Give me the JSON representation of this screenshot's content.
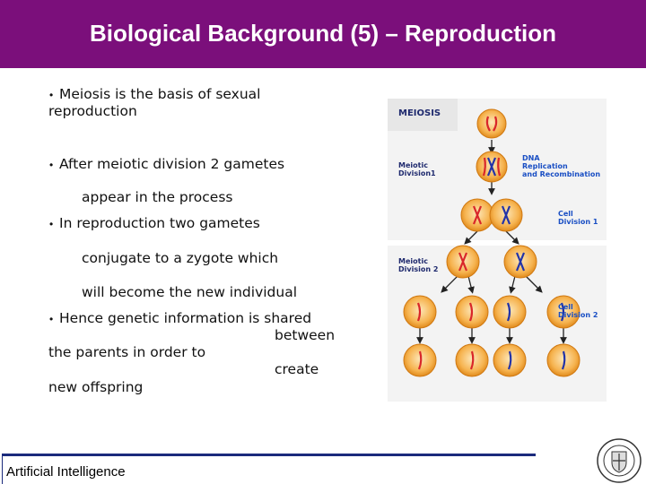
{
  "slide": {
    "title": "Biological Background (5) – Reproduction",
    "bullets": [
      {
        "lines": [
          "Meiosis is the basis of sexual",
          "reproduction"
        ]
      },
      {
        "lines": [
          "After meiotic division 2 gametes",
          "appear in the process"
        ]
      },
      {
        "lines": [
          "In reproduction two gametes",
          "conjugate to a zygote which",
          "will become the new individual"
        ]
      },
      {
        "lines": [
          "Hence genetic information is shared",
          "between",
          "the parents in order to",
          "create",
          "new offspring"
        ]
      }
    ],
    "footer": "Artificial Intelligence"
  },
  "figure": {
    "heading": "MEIOSIS",
    "labels": {
      "meiotic_division_1": "Meiotic\nDivision1",
      "dna_replication": "DNA\nReplication\nand Recombination",
      "cell_division_1": "Cell\nDivision 1",
      "meiotic_division_2": "Meiotic\nDivision 2",
      "cell_division_2": "Cell\nDivision 2"
    }
  },
  "colors": {
    "header": "#7b0f7b",
    "footer_rule": "#1b2a7c",
    "cell_fill": "#f6b34f",
    "chrom_red": "#d9262a",
    "chrom_blue": "#2233a8"
  }
}
